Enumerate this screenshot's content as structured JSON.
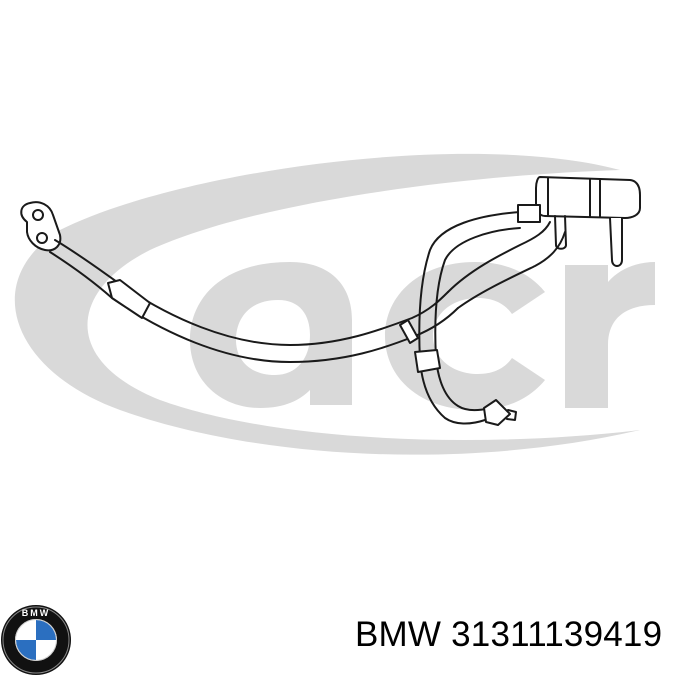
{
  "watermark": {
    "text": "acr",
    "color": "#d9d9d9"
  },
  "part": {
    "stroke_color": "#1a1a1a"
  },
  "logo": {
    "brand": "BMW",
    "letters": "BMW",
    "ring_color": "#111111",
    "blue": "#2b6fc0",
    "white": "#ffffff"
  },
  "caption": {
    "brand": "BMW",
    "part_number": "31311139419"
  }
}
